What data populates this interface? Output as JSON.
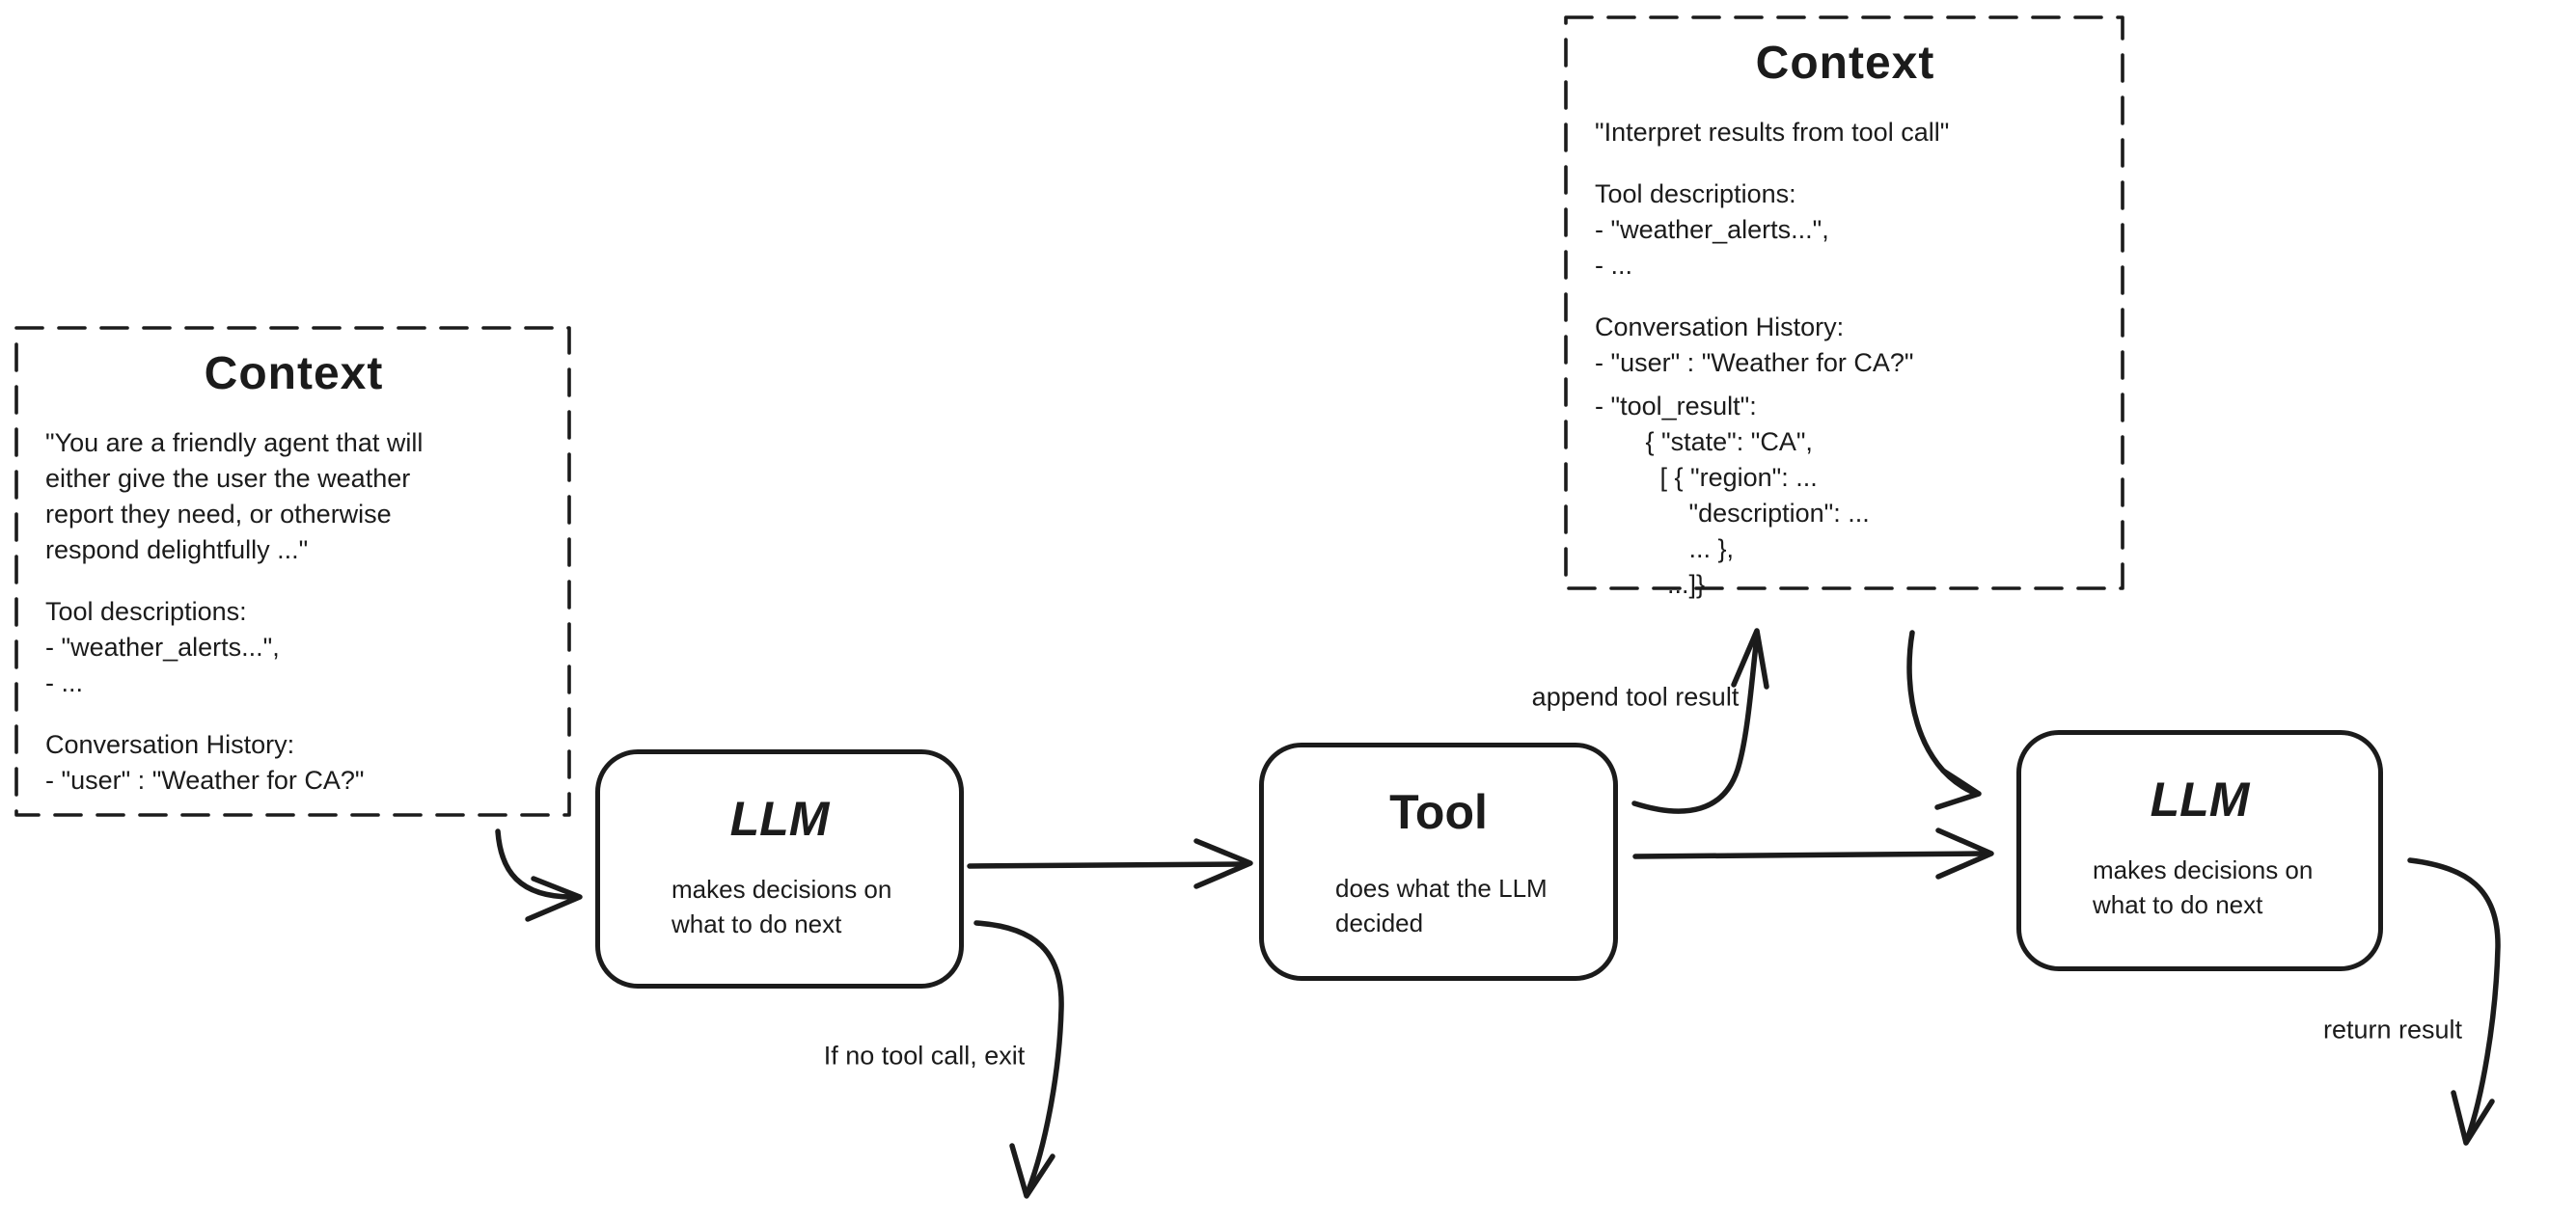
{
  "canvas": {
    "background": "#ffffff",
    "ink": "#1b1b1b"
  },
  "context_left": {
    "title": "Context",
    "paragraphs": [
      "\"You are a friendly agent that will\neither give the user the weather\nreport they need, or otherwise\nrespond delightfully ...\"",
      "Tool descriptions:\n- \"weather_alerts...\",\n- ...",
      "Conversation History:\n- \"user\" : \"Weather for CA?\""
    ]
  },
  "context_right": {
    "title": "Context",
    "paragraphs": [
      "\"Interpret results from tool call\"",
      "Tool descriptions:\n- \"weather_alerts...\",\n- ...",
      "Conversation History:\n- \"user\" : \"Weather for CA?\"",
      "- \"tool_result\":\n       { \"state\": \"CA\",\n         [ { \"region\": ...\n             \"description\": ...\n             ... },\n          ...]}"
    ]
  },
  "nodes": {
    "llm1": {
      "title": "LLM",
      "subtitle": "makes decisions on\nwhat to do next"
    },
    "tool": {
      "title": "Tool",
      "subtitle": "does what the LLM\ndecided"
    },
    "llm2": {
      "title": "LLM",
      "subtitle": "makes decisions on\nwhat to do next"
    }
  },
  "edge_labels": {
    "append_tool_result": "append tool result",
    "if_no_tool_call_exit": "If no tool call, exit",
    "return_result": "return result"
  }
}
